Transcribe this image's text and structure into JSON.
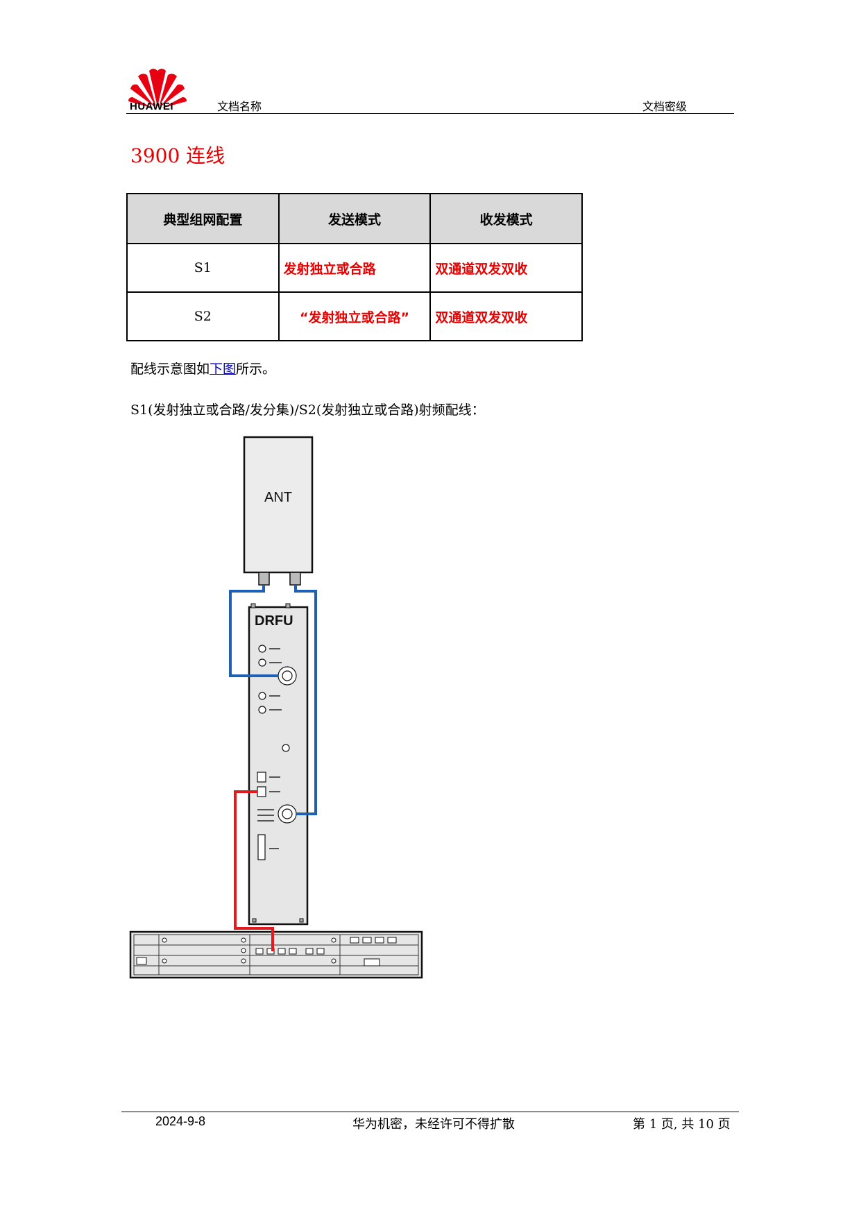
{
  "header": {
    "brand": "HUAWEI",
    "doc_name": "文档名称",
    "doc_level": "文档密级"
  },
  "title": "3900 连线",
  "table": {
    "headers": [
      "典型组网配置",
      "发送模式",
      "收发模式"
    ],
    "rows": [
      {
        "config": "S1",
        "send_mode": "发射独立或合路",
        "txrx_mode": "双通道双发双收"
      },
      {
        "config": "S2",
        "send_mode": "“发射独立或合路”",
        "txrx_mode": "双通道双发双收"
      }
    ]
  },
  "para1": {
    "before": "配线示意图如",
    "link": "下图",
    "after": "所示。"
  },
  "para2": "S1(发射独立或合路/发分集)/S2(发射独立或合路)射频配线：",
  "diagram": {
    "ant_label": "ANT",
    "drfu_label": "DRFU",
    "colors": {
      "blue_cable": "#1f5fb4",
      "red_cable": "#e3191e"
    }
  },
  "footer": {
    "date": "2024-9-8",
    "confidential": "华为机密，未经许可不得扩散",
    "page": "第 1 页, 共 10 页"
  }
}
